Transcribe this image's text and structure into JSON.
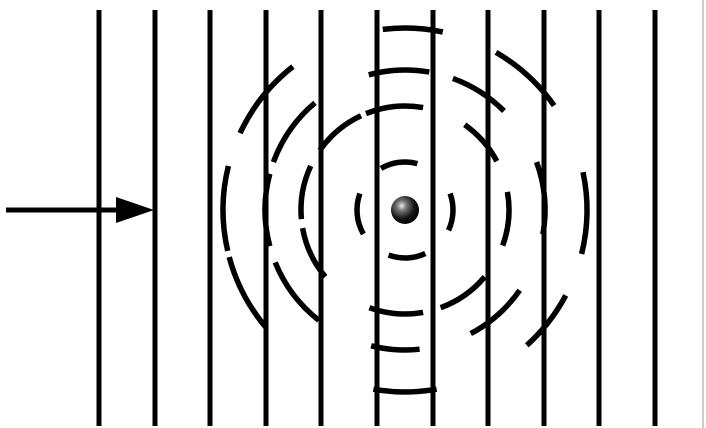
{
  "diagram": {
    "description_text": "",
    "colors": {
      "background": "#ffffff",
      "lines": "#000000",
      "right_border": "#9a9a9a"
    },
    "incident_wave": {
      "wavefront_count": 11,
      "direction": "left-to-right"
    },
    "scatterer": {
      "shape": "sphere"
    },
    "scattered_wave": {
      "ring_count": 4,
      "style": "dashed-circles"
    }
  }
}
